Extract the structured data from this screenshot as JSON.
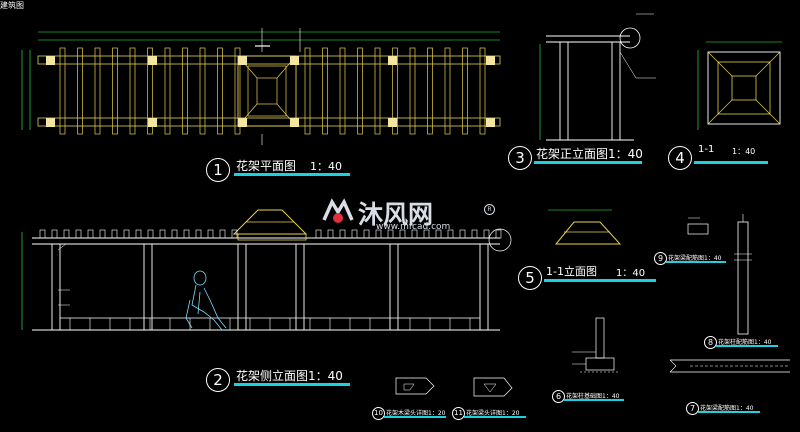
{
  "window_tag": "建筑图",
  "views": {
    "v1": {
      "num": "1",
      "title": "花架平面图",
      "scale": "1：40"
    },
    "v2": {
      "num": "2",
      "title": "花架侧立面图1：40"
    },
    "v3": {
      "num": "3",
      "title": "花架正立面图1：40"
    },
    "v4": {
      "num": "4",
      "title": "1-1",
      "scale": "1：40"
    },
    "v5": {
      "num": "5",
      "title": "1-1立面图",
      "scale": "1：40"
    },
    "small": [
      {
        "num": "6",
        "title": "花架柱基础图1：40"
      },
      {
        "num": "7",
        "title": "花架梁配筋图1：40"
      },
      {
        "num": "8",
        "title": "花架柱配筋图1：40"
      },
      {
        "num": "9",
        "title": "花架梁配筋图1：40"
      },
      {
        "num": "10",
        "title": "花架木梁头详图1：20"
      },
      {
        "num": "11",
        "title": "花架梁头详图1：20"
      }
    ]
  },
  "watermark": {
    "brand": "沐风网",
    "url": "www.mfcad.com"
  },
  "colors": {
    "background": "#000000",
    "lines": "#ffffff",
    "accent": "#19d3e0",
    "timber": "#e8d24a",
    "dims": "#33ff55"
  }
}
